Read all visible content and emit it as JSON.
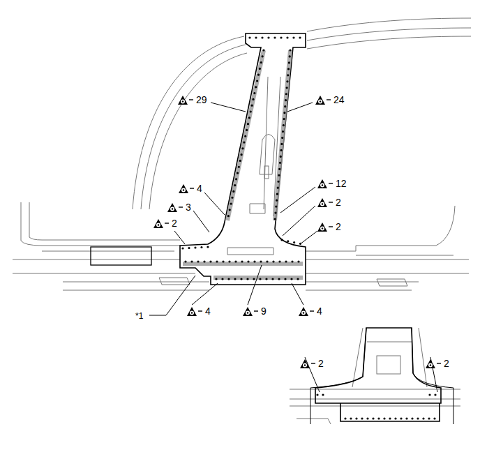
{
  "diagram": {
    "labels": [
      "29",
      "24",
      "4",
      "3",
      "2",
      "12",
      "2",
      "2",
      "*1",
      "4",
      "9",
      "4",
      "2",
      "2"
    ]
  }
}
